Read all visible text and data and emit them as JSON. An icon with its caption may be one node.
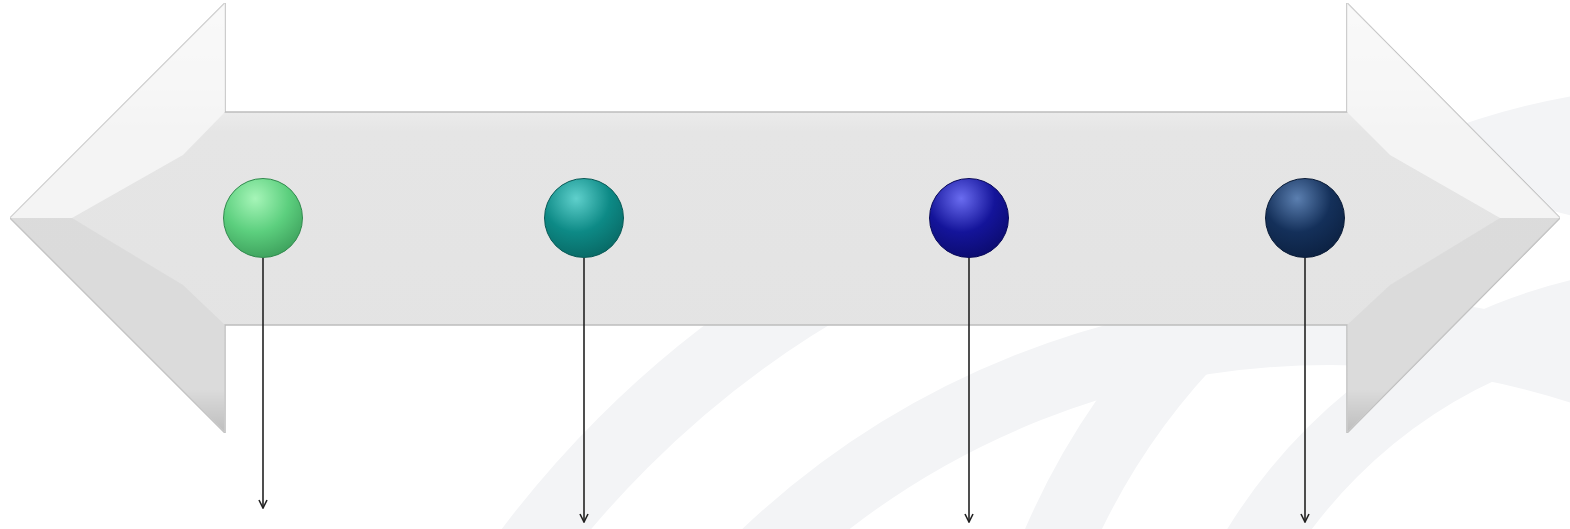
{
  "diagram": {
    "nodes": [
      {
        "text": [],
        "shape": "arrow"
      },
      {
        "text": [],
        "shape": "circle",
        "in": 0
      },
      {
        "text": [],
        "shape": "circle",
        "in": 0
      },
      {
        "text": [],
        "shape": "circle",
        "in": 0
      },
      {
        "text": [],
        "shape": "circle",
        "in": 0
      }
    ],
    "edges": [
      {
        "from": 1,
        "to": null,
        "arrow": "to"
      },
      {
        "from": 2,
        "to": null,
        "arrow": "to"
      },
      {
        "from": 3,
        "to": null,
        "arrow": "to"
      },
      {
        "from": 4,
        "to": null,
        "arrow": "to"
      }
    ]
  }
}
